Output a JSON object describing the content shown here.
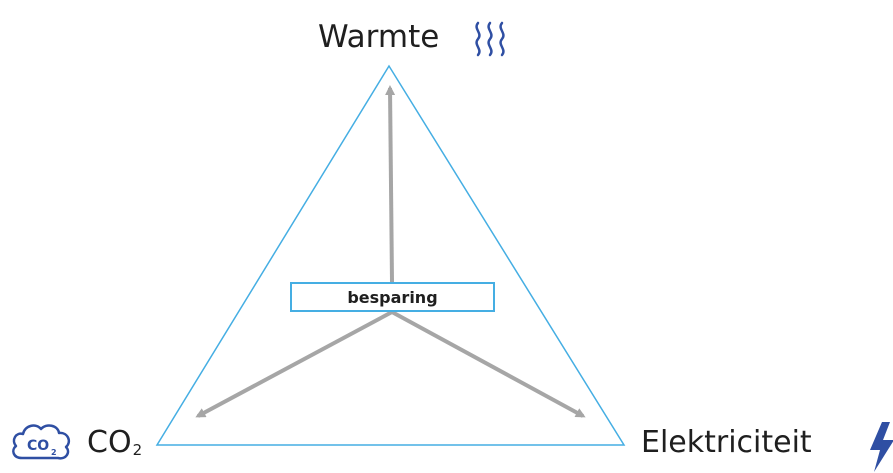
{
  "diagram": {
    "top_label": "Warmte",
    "left_label_main": "CO",
    "left_label_sub": "2",
    "right_label": "Elektriciteit",
    "center_label": "besparing",
    "icons": {
      "top": "heat-waves-icon",
      "left": "co2-cloud-icon",
      "right": "lightning-bolt-icon"
    },
    "colors": {
      "triangle_stroke": "#45aee3",
      "box_stroke": "#45aee3",
      "arrow": "#a6a6a6",
      "icon": "#2f4fa3",
      "text": "#1f1f1f"
    }
  }
}
